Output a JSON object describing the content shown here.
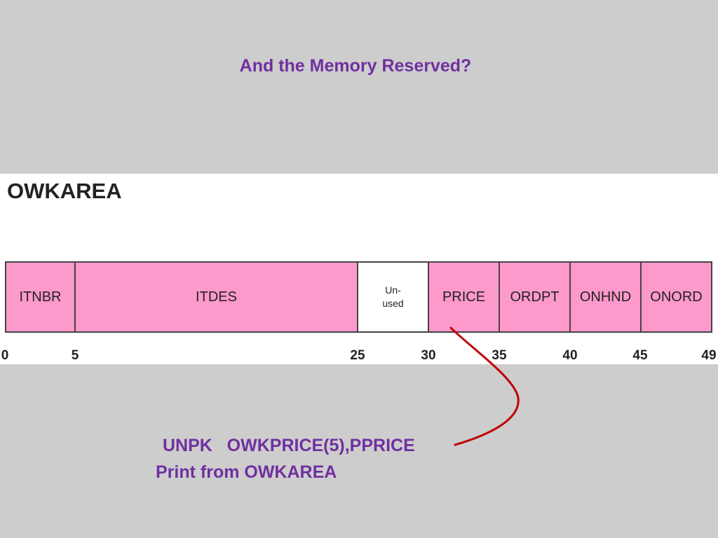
{
  "title": "And the Memory Reserved?",
  "area_name": "OWKAREA",
  "fields": [
    {
      "label": "ITNBR",
      "start": 0,
      "end": 5,
      "used": true
    },
    {
      "label": "ITDES",
      "start": 5,
      "end": 25,
      "used": true
    },
    {
      "label": "Un-\nused",
      "start": 25,
      "end": 30,
      "used": false
    },
    {
      "label": "PRICE",
      "start": 30,
      "end": 35,
      "used": true
    },
    {
      "label": "ORDPT",
      "start": 35,
      "end": 40,
      "used": true
    },
    {
      "label": "ONHND",
      "start": 40,
      "end": 45,
      "used": true
    },
    {
      "label": "ONORD",
      "start": 45,
      "end": 49,
      "used": true
    }
  ],
  "offsets": [
    "0",
    "5",
    "25",
    "30",
    "35",
    "40",
    "45",
    "49"
  ],
  "code": {
    "instruction": "UNPK   OWKPRICE(5),PPRICE",
    "print": "Print from OWKAREA"
  },
  "colors": {
    "title": "#7030a0",
    "field_fill": "#fe99cc",
    "unused_fill": "#ffffff",
    "connector": "#c00000"
  }
}
